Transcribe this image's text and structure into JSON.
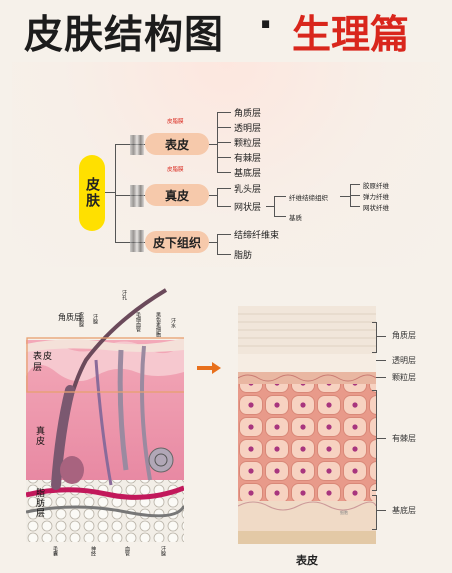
{
  "title": {
    "main": "皮肤结构图",
    "dot": "·",
    "sub": "生理篇",
    "main_color": "#1c1c1c",
    "sub_color": "#d9261c"
  },
  "tree": {
    "root": "皮肤",
    "epidermis": {
      "label": "表皮",
      "layers": [
        "角质层",
        "透明层",
        "颗粒层",
        "有棘层",
        "基底层"
      ],
      "tag_top": "皮脂膜",
      "tag_bottom": "皮脂膜"
    },
    "dermis": {
      "label": "真皮",
      "parts": [
        "乳头层",
        "网状层"
      ],
      "fiber_label": "纤维结缔组织",
      "fibers": [
        "胶原纤维",
        "弹力纤维",
        "网状纤维"
      ],
      "matrix": "基质"
    },
    "subcutis": {
      "label": "皮下组织",
      "parts": [
        "结缔纤维束",
        "脂肪"
      ]
    }
  },
  "colors": {
    "root": "#ffe000",
    "pill": "#f6c9ab",
    "accent": "#d9261c",
    "arrow": "#e8701c"
  },
  "left_diagram": {
    "top_labels": [
      "角质层",
      "皮脂腺",
      "汗腺",
      "汗孔",
      "毛细血管",
      "黑色素细胞",
      "汗水"
    ],
    "side_labels": [
      "表皮层",
      "真皮",
      "脂肪层"
    ],
    "bottom_labels": [
      "毛囊",
      "神经",
      "血管",
      "汗腺"
    ]
  },
  "right_diagram": {
    "labels": [
      "角质层",
      "透明层",
      "颗粒层",
      "有棘层",
      "基底层"
    ],
    "caption": "表皮",
    "cell_tag": "细胞"
  }
}
